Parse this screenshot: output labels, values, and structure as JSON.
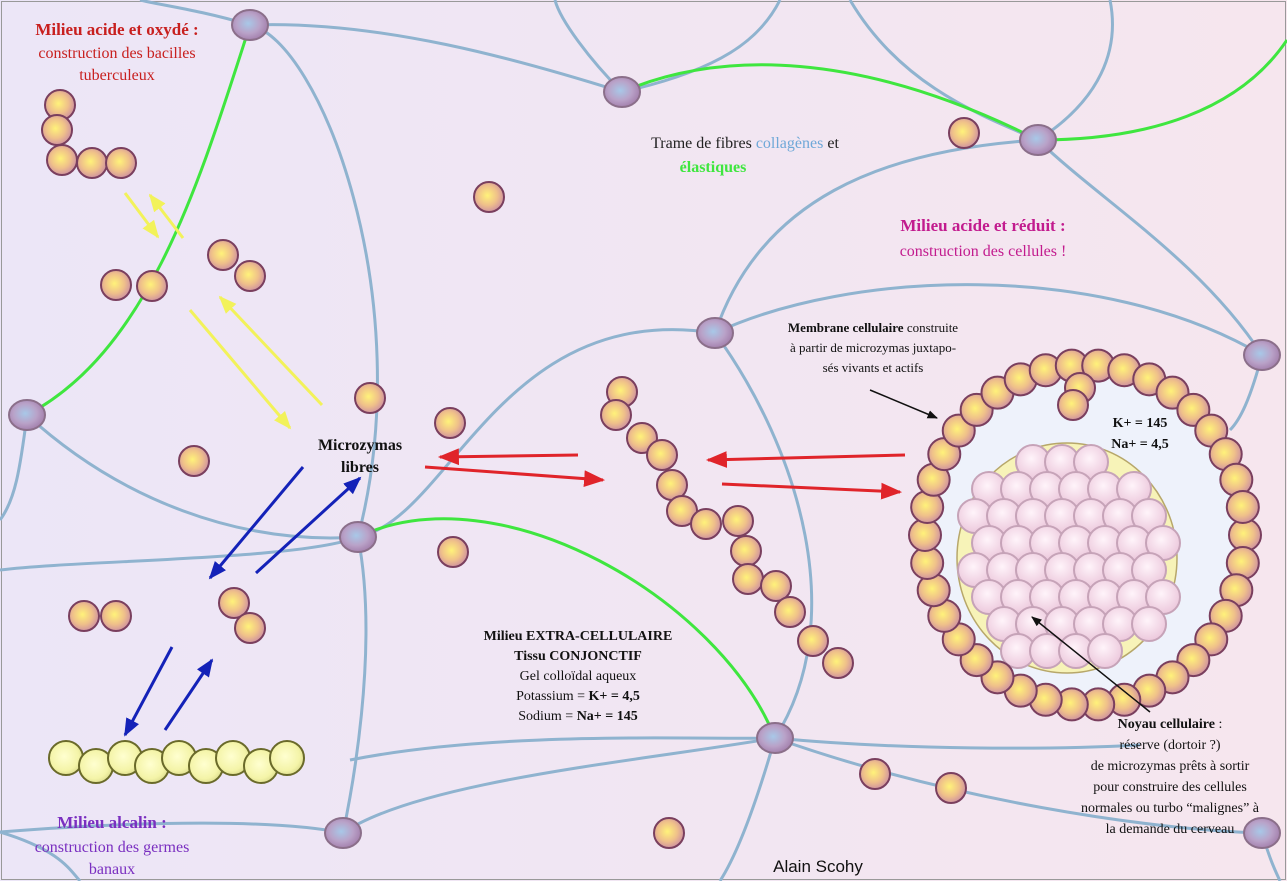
{
  "colors": {
    "background_left": "#ece6f7",
    "background_right": "#f6e6ee",
    "collagen_fiber": "#8fb3cf",
    "elastic_fiber": "#3fe63f",
    "node": "#b9a2c8",
    "microzyma_center": "#fff27a",
    "microzyma_edge": "#c98aa4",
    "germ_center": "#ffffc0",
    "red_arrow": "#e0242a",
    "blue_arrow": "#1422b8",
    "yellow_arrow": "#f2f25a",
    "label_red": "#c8201f",
    "label_magenta": "#c21b8e",
    "label_purple": "#7a2fc0"
  },
  "labels": {
    "acid_oxidized": {
      "title": "Milieu acide et oxydé :",
      "line1": "construction des bacilles",
      "line2": "tuberculeux"
    },
    "fibers": {
      "prefix": "Trame de fibres",
      "collagen": "collagènes",
      "and": "et",
      "elastic": "élastiques"
    },
    "acid_reduced": {
      "title": "Milieu acide et réduit :",
      "line1": "construction des cellules !"
    },
    "membrane": {
      "bold": "Membrane cellulaire",
      "rest": "construite",
      "line2": "à partir de microzymas juxtapo-",
      "line3": "sés vivants et actifs"
    },
    "intracellular": {
      "k": "K+ = 145",
      "na": "Na+ = 4,5"
    },
    "free_microzymas": {
      "line1": "Microzymas",
      "line2": "libres"
    },
    "extracellular": {
      "line1": "Milieu EXTRA-CELLULAIRE",
      "line2_plain": "Tissu",
      "line2_bold": "CONJONCTIF",
      "line3": "Gel colloïdal aqueux",
      "line4_plain": "Potassium =",
      "line4_bold": "K+ = 4,5",
      "line5_plain": "Sodium =",
      "line5_bold": "Na+ = 145"
    },
    "nucleus": {
      "line1_bold": "Noyau cellulaire",
      "line1_rest": ":",
      "line2": "réserve (dortoir ?)",
      "line3": "de microzymas prêts à sortir",
      "line4": "pour construire des cellules",
      "line5": "normales ou turbo “malignes” à",
      "line6": "la demande du cerveau"
    },
    "alkaline": {
      "title": "Milieu alcalin :",
      "line1": "construction des germes",
      "line2": "banaux"
    },
    "credit": "Alain Scohy"
  }
}
